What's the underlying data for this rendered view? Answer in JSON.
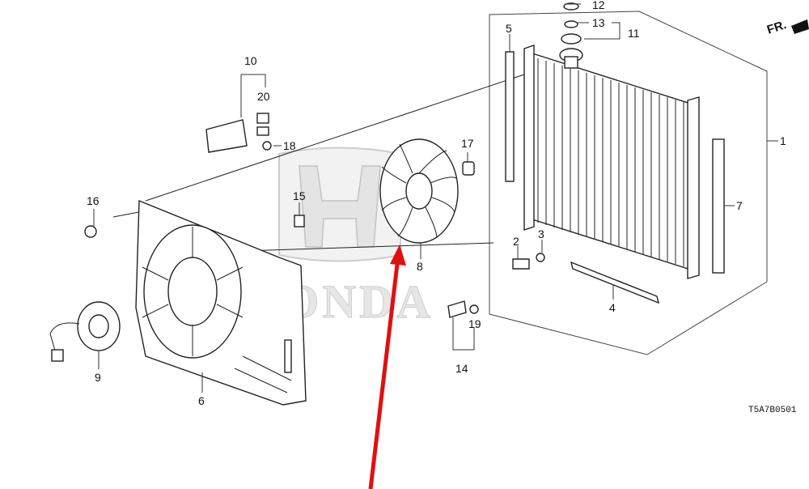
{
  "diagram": {
    "diagram_code": "T5A7B0501",
    "direction_label": "FR.",
    "watermark_text": "HONDA",
    "callouts": [
      "1",
      "2",
      "3",
      "4",
      "5",
      "6",
      "7",
      "8",
      "9",
      "10",
      "11",
      "12",
      "13",
      "14",
      "15",
      "16",
      "17",
      "18",
      "19",
      "20"
    ],
    "arrow_color": "#e01010"
  }
}
